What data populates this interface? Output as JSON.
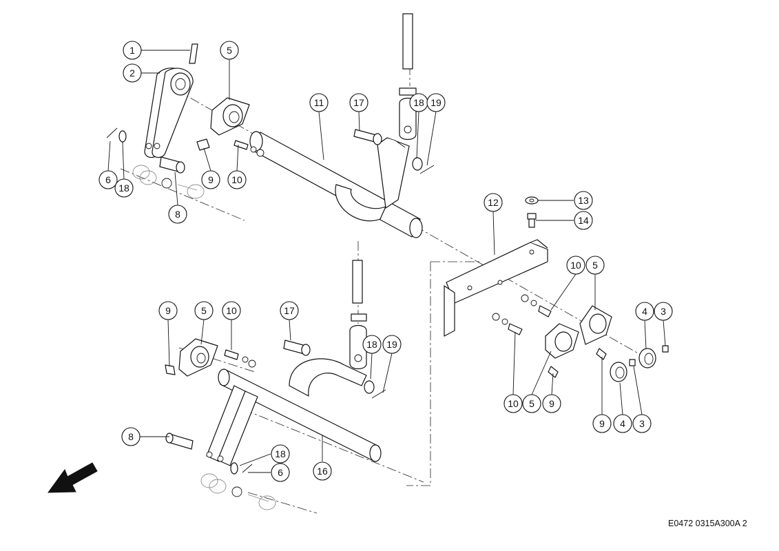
{
  "diagram": {
    "callouts": [
      {
        "label": "1"
      },
      {
        "label": "2"
      },
      {
        "label": "5"
      },
      {
        "label": "11"
      },
      {
        "label": "17"
      },
      {
        "label": "18"
      },
      {
        "label": "19"
      },
      {
        "label": "6"
      },
      {
        "label": "18"
      },
      {
        "label": "9"
      },
      {
        "label": "10"
      },
      {
        "label": "8"
      },
      {
        "label": "12"
      },
      {
        "label": "13"
      },
      {
        "label": "14"
      },
      {
        "label": "10"
      },
      {
        "label": "5"
      },
      {
        "label": "4"
      },
      {
        "label": "3"
      },
      {
        "label": "9"
      },
      {
        "label": "5"
      },
      {
        "label": "10"
      },
      {
        "label": "17"
      },
      {
        "label": "18"
      },
      {
        "label": "19"
      },
      {
        "label": "10"
      },
      {
        "label": "5"
      },
      {
        "label": "9"
      },
      {
        "label": "9"
      },
      {
        "label": "4"
      },
      {
        "label": "3"
      },
      {
        "label": "8"
      },
      {
        "label": "18"
      },
      {
        "label": "6"
      },
      {
        "label": "16"
      }
    ],
    "doc_code": "E0472 0315A300A 2"
  }
}
